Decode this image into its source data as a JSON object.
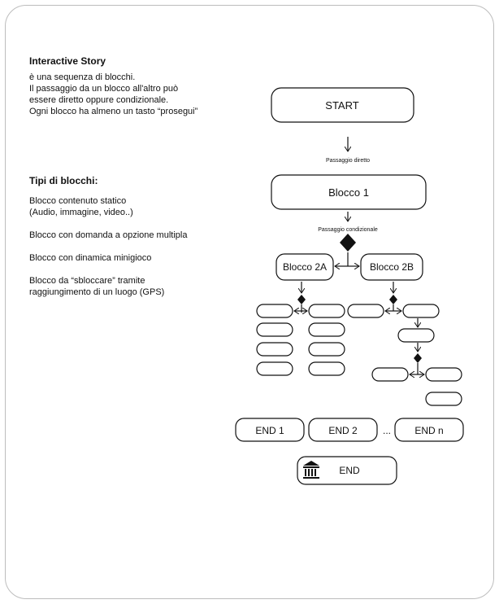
{
  "intro": {
    "title": "Interactive Story",
    "lines": [
      "è una sequenza di blocchi.",
      "Il passaggio da un blocco all'altro può",
      "essere diretto oppure condizionale.",
      "Ogni blocco ha almeno un tasto “prosegui”"
    ]
  },
  "types": {
    "title": "Tipi di blocchi:",
    "items": [
      [
        "Blocco contenuto statico",
        "(Audio, immagine, video..)"
      ],
      [
        "Blocco con domanda a opzione multipla"
      ],
      [
        "Blocco con dinamica minigioco"
      ],
      [
        "Blocco da “sbloccare” tramite",
        "raggiungimento di un luogo (GPS)"
      ]
    ]
  },
  "diagram": {
    "start": "START",
    "direct_label": "Passaggio diretto",
    "block1": "Blocco 1",
    "conditional_label": "Passaggio condizionale",
    "block2a": "Blocco 2A",
    "block2b": "Blocco 2B",
    "ends": [
      "END 1",
      "END 2",
      "END n"
    ],
    "ellipsis": "...",
    "final_end": "END",
    "final_icon": "museum-icon"
  }
}
